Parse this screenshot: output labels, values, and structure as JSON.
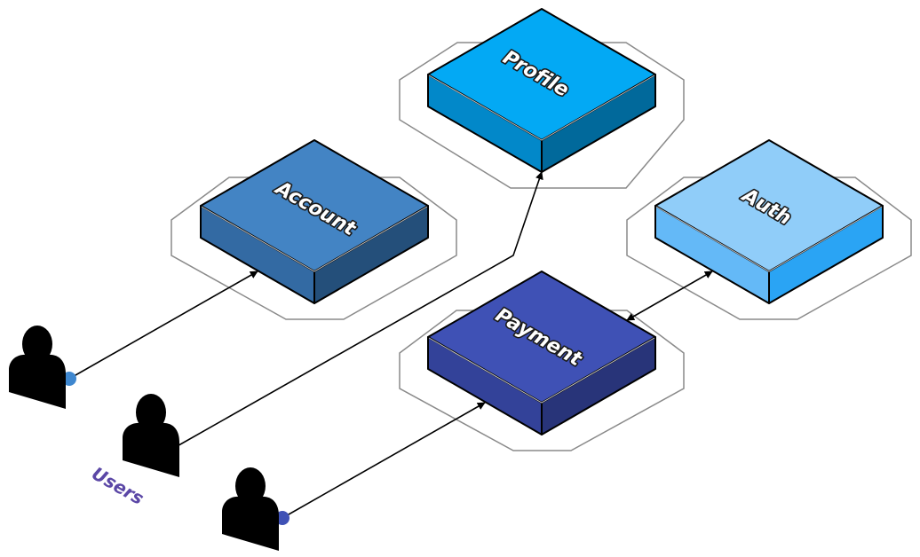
{
  "services": {
    "profile": {
      "label": "Profile",
      "colors": {
        "top": "#03a9f4",
        "left": "#0288c9",
        "right": "#01699b"
      }
    },
    "account": {
      "label": "Account",
      "colors": {
        "top": "#4384c4",
        "left": "#336aa3",
        "right": "#244f7a"
      }
    },
    "auth": {
      "label": "Auth",
      "colors": {
        "top": "#90cdf9",
        "left": "#64b9f7",
        "right": "#2aa4f4"
      }
    },
    "payment": {
      "label": "Payment",
      "colors": {
        "top": "#3f51b5",
        "left": "#334299",
        "right": "#283479"
      }
    }
  },
  "users": {
    "label": "Users",
    "label_color": "#5b47a6",
    "figure_color": "#000000",
    "endpoint_colors": {
      "account": "#3e87cf",
      "payment": "#3f51b5"
    }
  },
  "connector_color": "#000000"
}
